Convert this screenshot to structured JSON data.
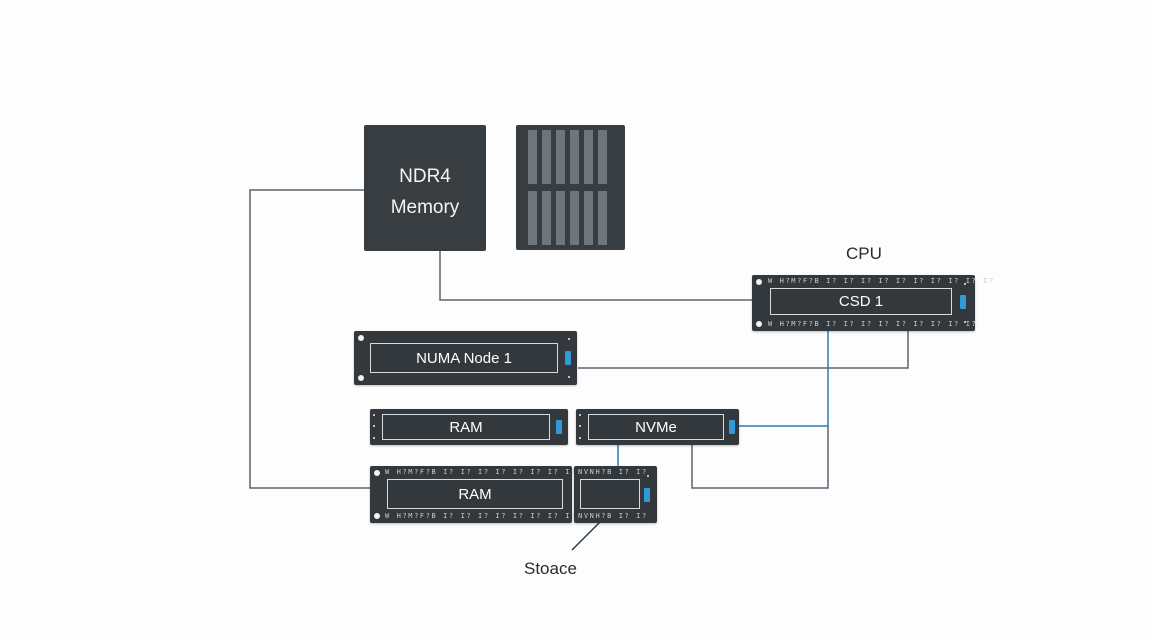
{
  "diagram": {
    "memory_block": {
      "line1": "NDR4",
      "line2": "Memory"
    },
    "cpu_label": "CPU",
    "cpu_card_label": "CSD 1",
    "numa_label": "NUMA Node 1",
    "ram_label_1": "RAM",
    "nvme_label": "NVMe",
    "ram_label_2": "RAM",
    "storage_label": "Stoace",
    "pin_top_cpu": "W H?M?F?B  I? I?  I?  I?  I?  I?  I?  I?  I?  I?",
    "pin_bottom_cpu": "W H?M?F?B  I?  I?  I?  I?  I?  I?  I?  I?  I?",
    "pin_top_ram": "W H?M?F?B  I? I?  I?  I?  I?  I?  I?  I?  I?",
    "pin_bottom_ram": "W H?M?F?B  I?  I?  I?  I?  I?  I?  I?  I?",
    "pin_top_storage": "NVNH?B  I?  I?",
    "pin_bottom_storage": "NVNH?B  I?  I?",
    "colors": {
      "card": "#33383d",
      "wire": "#5b6570",
      "wire_blue": "#2b7cb5",
      "led": "#2f9ad6"
    }
  }
}
